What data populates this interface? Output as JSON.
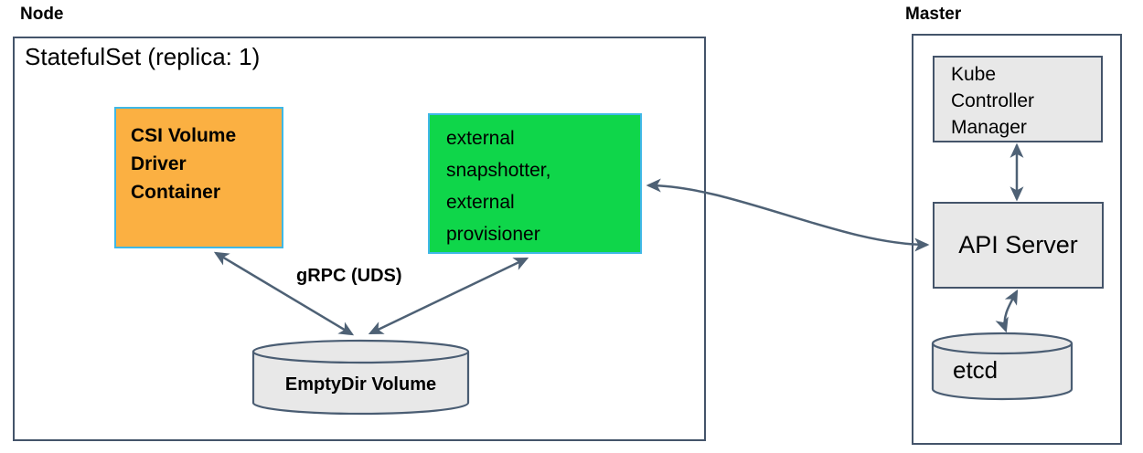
{
  "diagram": {
    "node": {
      "label": "Node",
      "statefulset_title": "StatefulSet (replica: 1)",
      "csi_box": {
        "lines": [
          "CSI Volume",
          "Driver",
          "Container"
        ],
        "fill_color": "#fbb042",
        "border_color": "#3fb8e6"
      },
      "external_box": {
        "lines": [
          "external",
          "snapshotter,",
          "external",
          "provisioner"
        ],
        "fill_color": "#0fd64a",
        "border_color": "#3fb8e6"
      },
      "grpc_label": "gRPC (UDS)",
      "emptydir_label": "EmptyDir Volume"
    },
    "master": {
      "label": "Master",
      "kcm_box": {
        "lines": [
          "Kube",
          "Controller",
          "Manager"
        ]
      },
      "api_server_label": "API Server",
      "etcd_label": "etcd"
    },
    "colors": {
      "arrow": "#4e6175",
      "container_border": "#44546a",
      "gray_fill": "#e8e8e8",
      "orange_fill": "#fbb042",
      "green_fill": "#0fd64a",
      "cyan_border": "#3fb8e6"
    },
    "connections": [
      {
        "from": "csi-volume-driver-container",
        "to": "emptydir-volume",
        "bidirectional": true,
        "label": "gRPC (UDS)"
      },
      {
        "from": "external-snapshotter-provisioner",
        "to": "emptydir-volume",
        "bidirectional": true,
        "label": "gRPC (UDS)"
      },
      {
        "from": "external-snapshotter-provisioner",
        "to": "api-server",
        "bidirectional": true,
        "label": ""
      },
      {
        "from": "kube-controller-manager",
        "to": "api-server",
        "bidirectional": true,
        "label": ""
      },
      {
        "from": "api-server",
        "to": "etcd",
        "bidirectional": true,
        "label": ""
      }
    ]
  }
}
